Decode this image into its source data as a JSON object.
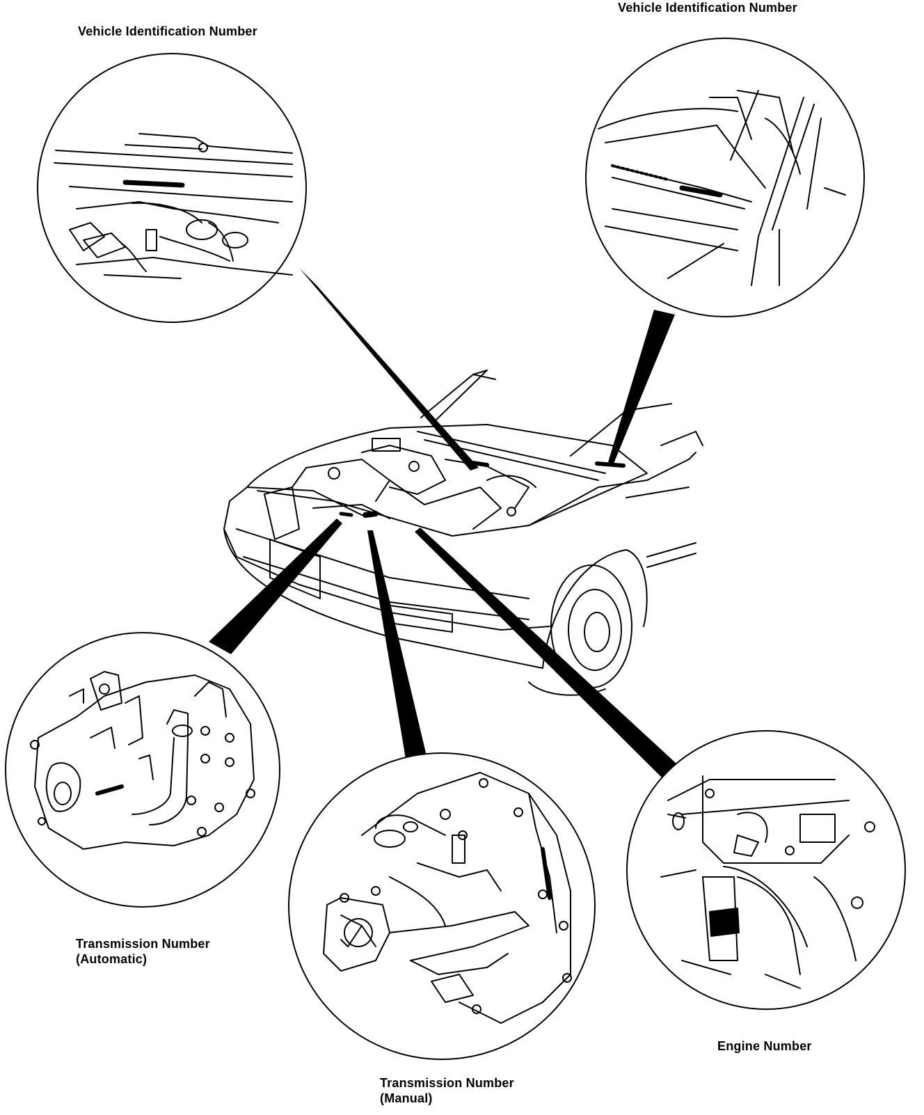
{
  "labels": {
    "vin_left": "Vehicle Identification Number",
    "vin_right": "Vehicle Identification Number",
    "transmission_auto_line1": "Transmission Number",
    "transmission_auto_line2": "(Automatic)",
    "transmission_manual_line1": "Transmission Number",
    "transmission_manual_line2": "(Manual)",
    "engine": "Engine Number"
  }
}
